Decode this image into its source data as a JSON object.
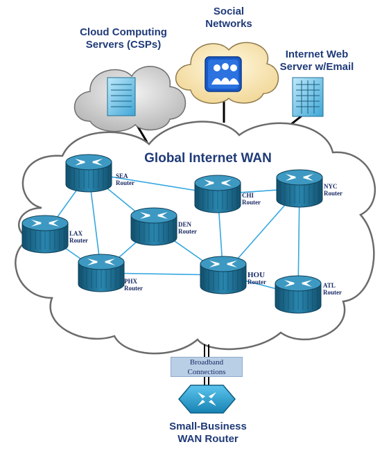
{
  "top": {
    "cloud_computing": [
      "Cloud Computing",
      "Servers (CSPs)"
    ],
    "social": [
      "Social",
      "Networks"
    ],
    "web_server": [
      "Internet Web",
      "Server w/Email"
    ]
  },
  "wan_title": "Global Internet WAN",
  "routers": {
    "sea": [
      "SEA",
      "Router"
    ],
    "chi": [
      "CHI",
      "Router"
    ],
    "nyc": [
      "NYC",
      "Router"
    ],
    "lax": [
      "LAX",
      "Router"
    ],
    "den": [
      "DEN",
      "Router"
    ],
    "phx": [
      "PHX",
      "Router"
    ],
    "hou": [
      "HOU",
      "Router"
    ],
    "atl": [
      "ATL",
      "Router"
    ]
  },
  "broadband": [
    "Broadband",
    "Connections"
  ],
  "small_business": [
    "Small-Business",
    "WAN Router"
  ],
  "colors": {
    "router_body": "#1f6f93",
    "router_top": "#3d99c2",
    "cloud_fill": "#ffffff",
    "cloud_stroke": "#6b6b6b",
    "link": "#33a7e0",
    "label": "#1f3a78"
  },
  "links": [
    [
      "sea",
      "chi"
    ],
    [
      "sea",
      "lax"
    ],
    [
      "sea",
      "den"
    ],
    [
      "sea",
      "phx"
    ],
    [
      "chi",
      "nyc"
    ],
    [
      "chi",
      "hou"
    ],
    [
      "nyc",
      "hou"
    ],
    [
      "nyc",
      "atl"
    ],
    [
      "lax",
      "phx"
    ],
    [
      "den",
      "phx"
    ],
    [
      "den",
      "hou"
    ],
    [
      "phx",
      "hou"
    ],
    [
      "hou",
      "atl"
    ]
  ]
}
